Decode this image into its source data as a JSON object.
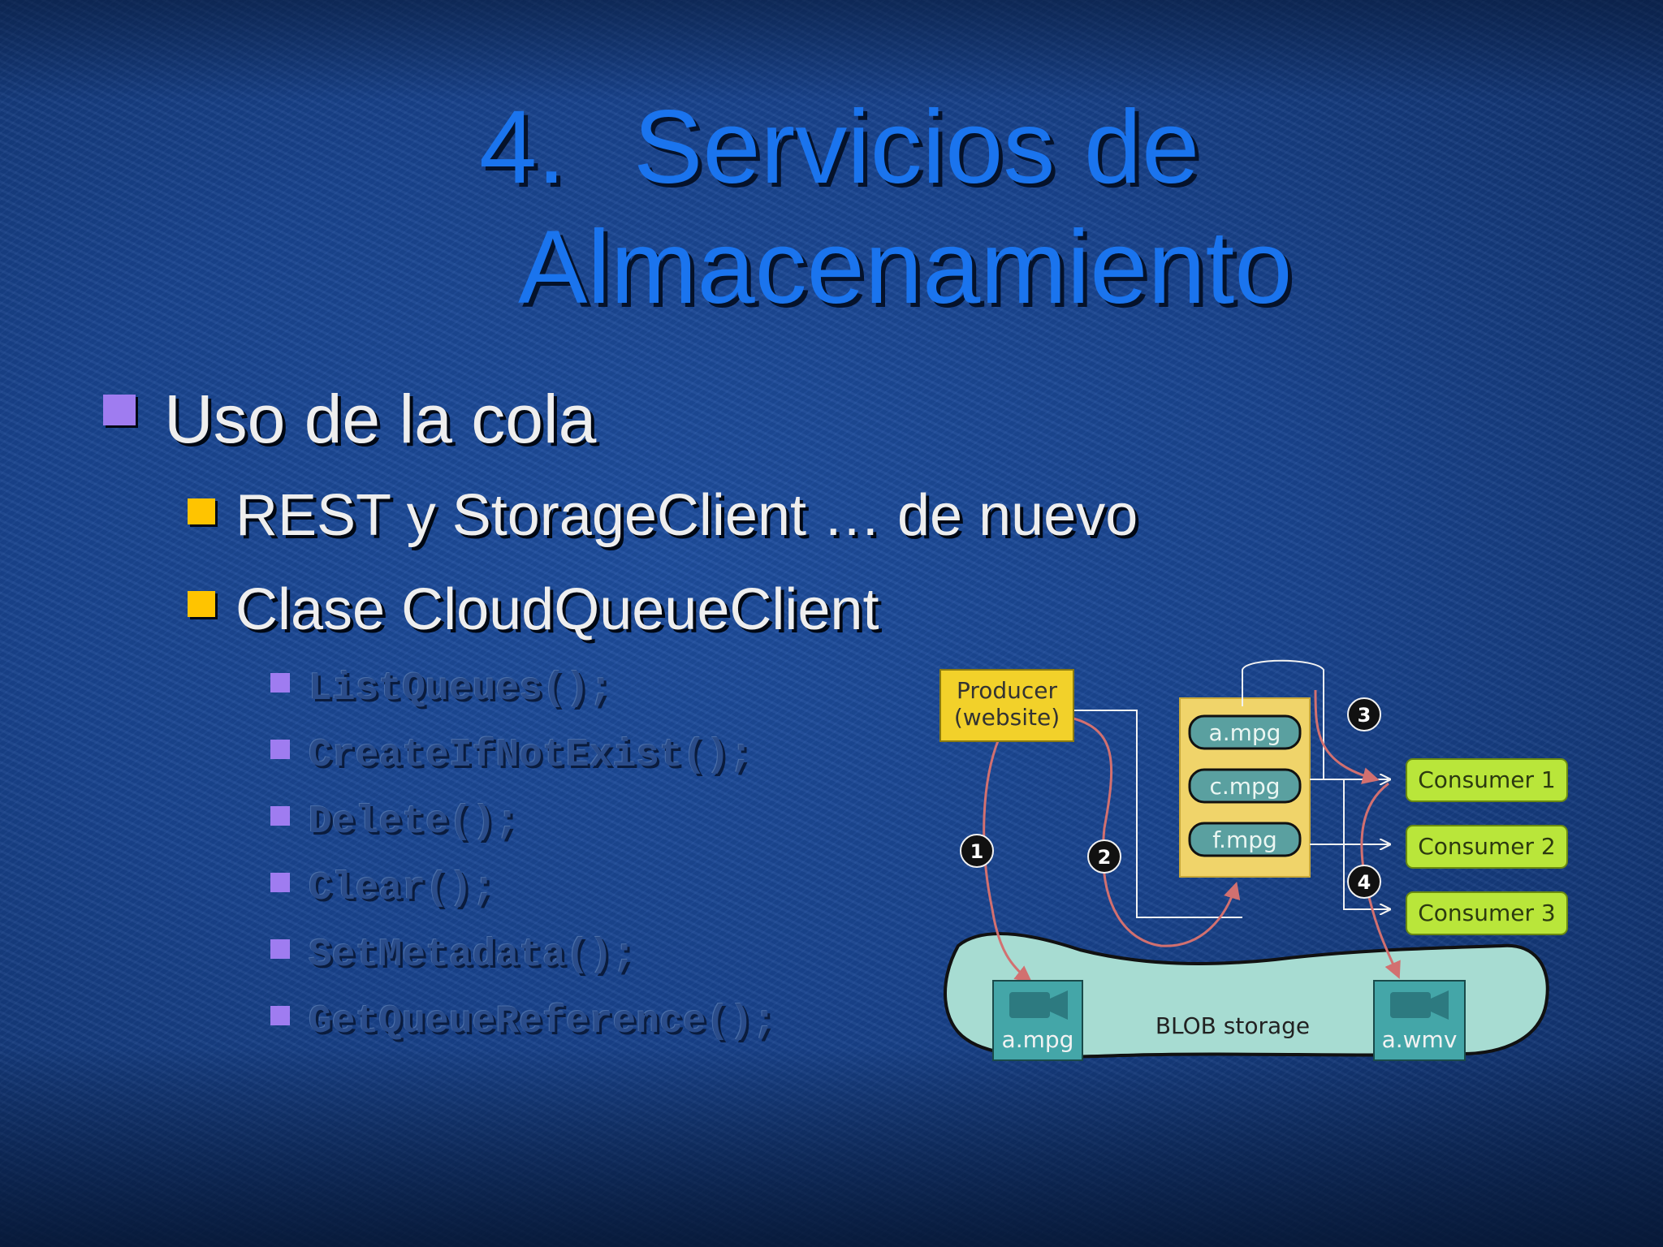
{
  "slide": {
    "title_number": "4.",
    "title_line1": "Servicios de",
    "title_line2": "Almacenamiento"
  },
  "bullets": [
    {
      "level": 1,
      "text": "Uso de la cola"
    },
    {
      "level": 2,
      "text": "REST y StorageClient … de nuevo"
    },
    {
      "level": 2,
      "text": "Clase CloudQueueClient"
    },
    {
      "level": 3,
      "text": "ListQueues();"
    },
    {
      "level": 3,
      "text": "CreateIfNotExist();"
    },
    {
      "level": 3,
      "text": "Delete();"
    },
    {
      "level": 3,
      "text": "Clear();"
    },
    {
      "level": 3,
      "text": "SetMetadata();"
    },
    {
      "level": 3,
      "text": "GetQueueReference();"
    }
  ],
  "diagram": {
    "producer_line1": "Producer",
    "producer_line2": "(website)",
    "queue_items": [
      "a.mpg",
      "c.mpg",
      "f.mpg"
    ],
    "consumers": [
      "Consumer 1",
      "Consumer 2",
      "Consumer 3"
    ],
    "blob_label": "BLOB storage",
    "blob_files": [
      "a.mpg",
      "a.wmv"
    ],
    "steps": [
      "1",
      "2",
      "3",
      "4"
    ]
  },
  "colors": {
    "title": "#1a74ee",
    "bullet_l1": "#9f7cf0",
    "bullet_l2": "#ffc400",
    "bullet_l3": "#9f7cf0",
    "producer_box": "#f2d12a",
    "queue_box": "#f0d46a",
    "queue_item": "#5aa0a0",
    "consumer_box": "#b9e63a",
    "blob_storage": "#a7dcd2",
    "arrow": "#d27070"
  }
}
